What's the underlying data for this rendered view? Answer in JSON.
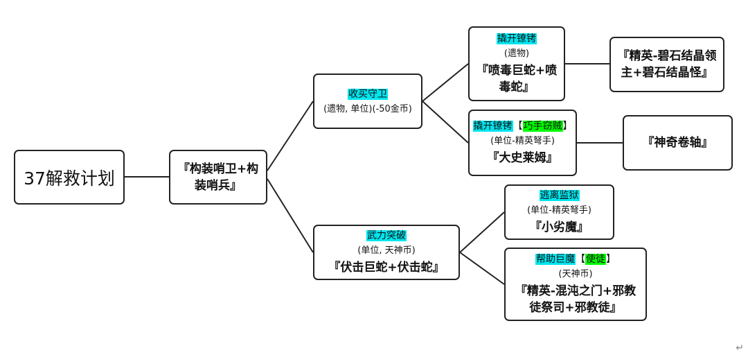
{
  "colors": {
    "cyan": "#00e5ee",
    "green": "#00ff00",
    "border": "#222222"
  },
  "root": {
    "label": "37解救计划"
  },
  "level1": {
    "label": "『构装哨卫+构装哨兵』"
  },
  "branch_a": {
    "title": "收买守卫",
    "detail": "(遗物, 单位)(-50金币)"
  },
  "branch_b": {
    "title": "武力突破",
    "detail": "(单位, 天神币)",
    "enemy": "『伏击巨蛇+伏击蛇』"
  },
  "node_a1": {
    "title": "撬开镣铐",
    "detail": "(遗物)",
    "enemy": "『喷毒巨蛇+喷毒蛇』"
  },
  "node_a1_result": {
    "label": "『精英-碧石结晶领主+碧石结晶怪』"
  },
  "node_a2": {
    "title": "撬开镣铐",
    "bracket_open": "【",
    "skill": "巧手窃贼",
    "bracket_close": "】",
    "detail": "(单位-精英弩手)",
    "enemy": "『大史莱姆』"
  },
  "node_a2_result": {
    "label": "『神奇卷轴』"
  },
  "node_b1": {
    "title": "逃离监狱",
    "detail": "(单位-精英弩手)",
    "enemy": "『小劣魔』"
  },
  "node_b2": {
    "title": "帮助巨魔",
    "bracket_open": "【",
    "skill": "使徒",
    "bracket_close": "】",
    "detail": "(天神币)",
    "enemy": "『精英-混沌之门+邪教徒祭司+邪教徒』"
  },
  "footer": {
    "mark": "↵"
  }
}
